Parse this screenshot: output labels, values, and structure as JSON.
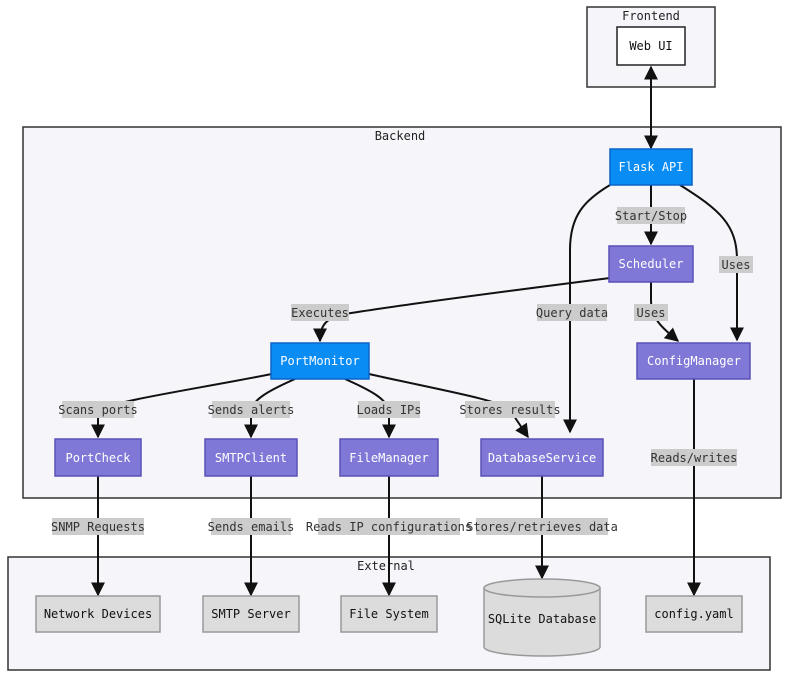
{
  "groups": {
    "frontend": "Frontend",
    "backend": "Backend",
    "external": "External"
  },
  "nodes": {
    "web_ui": "Web UI",
    "flask_api": "Flask API",
    "scheduler": "Scheduler",
    "port_monitor": "PortMonitor",
    "config_manager": "ConfigManager",
    "port_check": "PortCheck",
    "smtp_client": "SMTPClient",
    "file_manager": "FileManager",
    "database_service": "DatabaseService",
    "network_devices": "Network Devices",
    "smtp_server": "SMTP Server",
    "file_system": "File System",
    "sqlite_db": "SQLite Database",
    "config_yaml": "config.yaml"
  },
  "edges": {
    "start_stop": "Start/Stop",
    "uses_api": "Uses",
    "query_data": "Query data",
    "executes": "Executes",
    "uses_scheduler": "Uses",
    "scans_ports": "Scans ports",
    "sends_alerts": "Sends alerts",
    "loads_ips": "Loads IPs",
    "stores_results": "Stores results",
    "reads_writes": "Reads/writes",
    "snmp_requests": "SNMP Requests",
    "sends_emails": "Sends emails",
    "reads_ip_configs": "Reads IP configurations",
    "stores_retrieves": "Stores/retrieves data"
  },
  "colors": {
    "blue_node": "#0a8cf5",
    "purple_node": "#7f78d6",
    "gray_node": "#dcdcdc",
    "cluster_fill": "#f5f5fa",
    "edge_label_bg": "#cccccc"
  }
}
